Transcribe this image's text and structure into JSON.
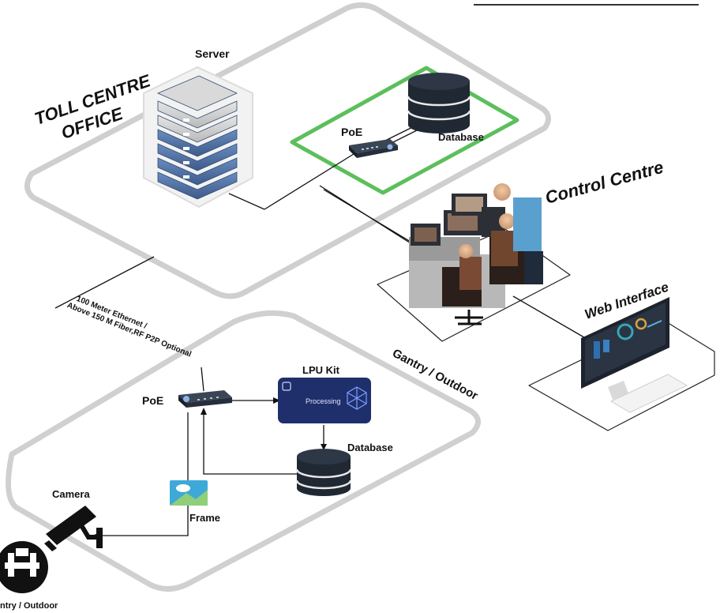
{
  "labels": {
    "server": "Server",
    "toll_centre_line1": "TOLL CENTRE",
    "toll_centre_line2": "OFFICE",
    "poe_top": "PoE",
    "database_top": "Database",
    "control_centre": "Control Centre",
    "web_interface": "Web Interface",
    "link_line1": "100 Meter Ethernet /",
    "link_line2": "Above 150 M Fiber,RF P2P Optional",
    "gantry_outdoor": "Gantry / Outdoor",
    "lpu_kit": "LPU Kit",
    "processing": "Processing",
    "poe_bottom": "PoE",
    "database_bottom": "Database",
    "camera": "Camera",
    "frame": "Frame",
    "gantry_icon_label": "ntry / Outdoor"
  },
  "icons": [
    "server-rack-icon",
    "database-cylinder-icon",
    "poe-switch-icon",
    "operators-workstation-icon",
    "monitor-dashboard-icon",
    "lpu-processing-icon",
    "cctv-camera-icon",
    "image-frame-icon",
    "toll-gantry-icon"
  ],
  "colors": {
    "region_outline": "#d0d0d0",
    "database_zone": "#5cbf5c",
    "server_blue": "#4f6fa3",
    "device_dark": "#1c2533",
    "lpu_navy": "#1f2f6b",
    "connector": "#111111"
  }
}
